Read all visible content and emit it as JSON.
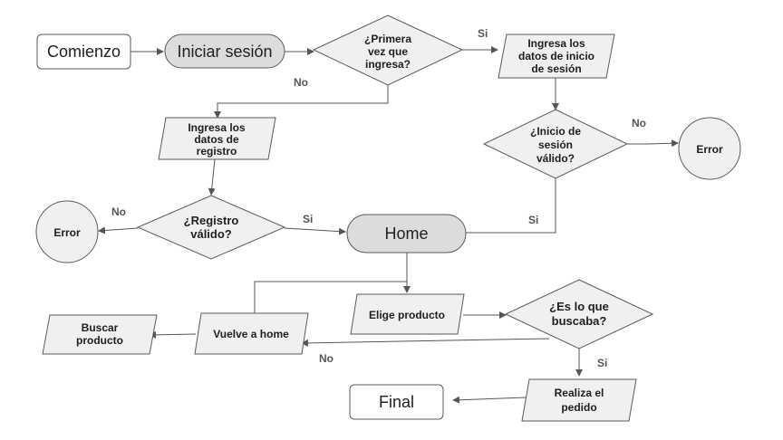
{
  "nodes": {
    "comienzo": "Comienzo",
    "iniciar_sesion": "Iniciar sesión",
    "primera_vez": [
      "¿Primera",
      "vez que",
      "ingresa?"
    ],
    "ingresa_inicio": [
      "Ingresa los",
      "datos de inicio",
      "de sesión"
    ],
    "inicio_valido": [
      "¿Inicio de",
      "sesión",
      "válido?"
    ],
    "error_right": "Error",
    "ingresa_registro": [
      "Ingresa los",
      "datos de",
      "registro"
    ],
    "registro_valido": [
      "¿Registro",
      "válido?"
    ],
    "error_left": "Error",
    "home": "Home",
    "elige_producto": "Elige producto",
    "es_lo_que": [
      "¿Es lo que",
      "buscaba?"
    ],
    "vuelve_home": "Vuelve a home",
    "buscar_producto": [
      "Buscar",
      "producto"
    ],
    "realiza_pedido": [
      "Realiza el",
      "pedido"
    ],
    "final": "Final"
  },
  "edge_labels": {
    "primera_si": "Si",
    "primera_no": "No",
    "inicio_no": "No",
    "inicio_si": "Si",
    "registro_no": "No",
    "registro_si": "Si",
    "buscaba_no": "No",
    "buscaba_si": "Si"
  },
  "colors": {
    "terminal_fill": "#dcdcdc",
    "terminal_stroke": "#7c5fb0",
    "start_stroke": "#7c5fb0",
    "shape_fill": "#f0f0f0",
    "line": "#555555"
  }
}
